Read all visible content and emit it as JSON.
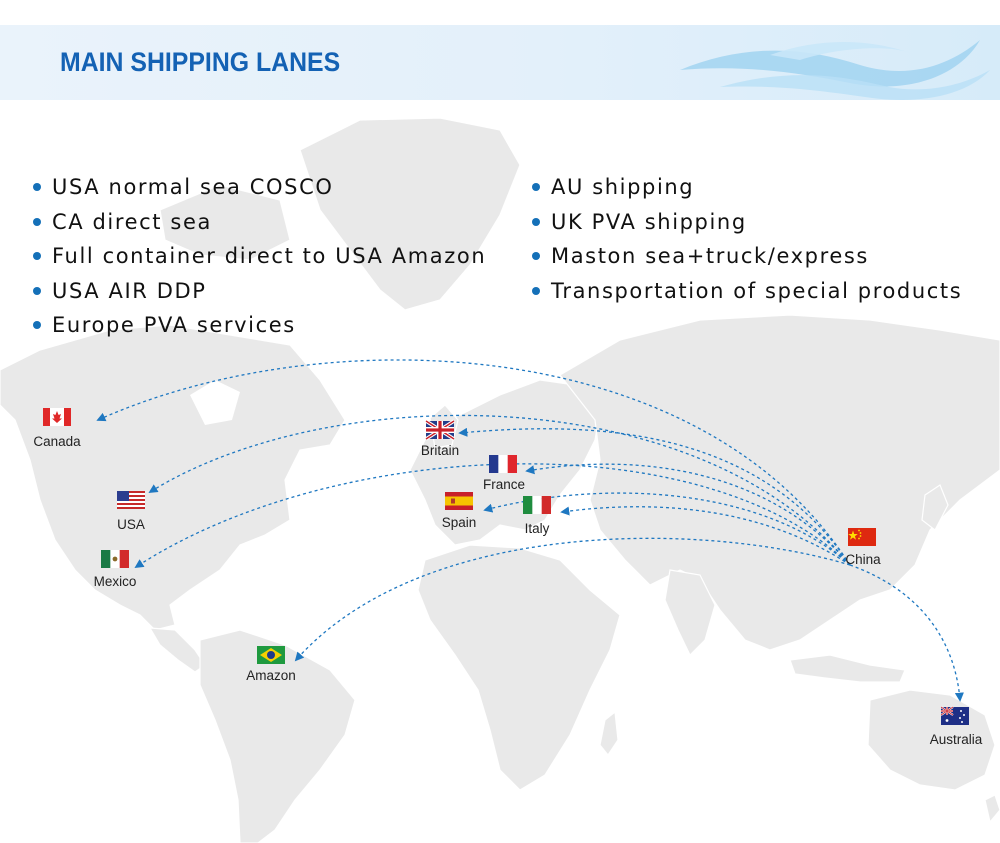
{
  "header": {
    "title": "MAIN SHIPPING LANES"
  },
  "services": {
    "left": [
      "USA normal sea COSCO",
      "CA direct sea",
      "Full container direct to USA Amazon",
      "USA AIR DDP",
      "Europe PVA services"
    ],
    "right": [
      "AU shipping",
      "UK PVA shipping",
      "Maston sea+truck/express",
      "Transportation of special products"
    ]
  },
  "map": {
    "origin": {
      "name": "China",
      "flag": "flag-china"
    },
    "destinations": {
      "canada": {
        "name": "Canada",
        "flag": "flag-canada"
      },
      "usa": {
        "name": "USA",
        "flag": "flag-usa"
      },
      "mexico": {
        "name": "Mexico",
        "flag": "flag-mexico"
      },
      "britain": {
        "name": "Britain",
        "flag": "flag-uk"
      },
      "france": {
        "name": "France",
        "flag": "flag-france"
      },
      "spain": {
        "name": "Spain",
        "flag": "flag-spain"
      },
      "italy": {
        "name": "Italy",
        "flag": "flag-italy"
      },
      "amazon": {
        "name": "Amazon",
        "flag": "flag-brazil"
      },
      "australia": {
        "name": "Australia",
        "flag": "flag-australia"
      }
    },
    "colors": {
      "land": "#e9e9e9",
      "route": "#1f78c1",
      "title": "#1462b4",
      "bullet": "#1470b8"
    }
  }
}
